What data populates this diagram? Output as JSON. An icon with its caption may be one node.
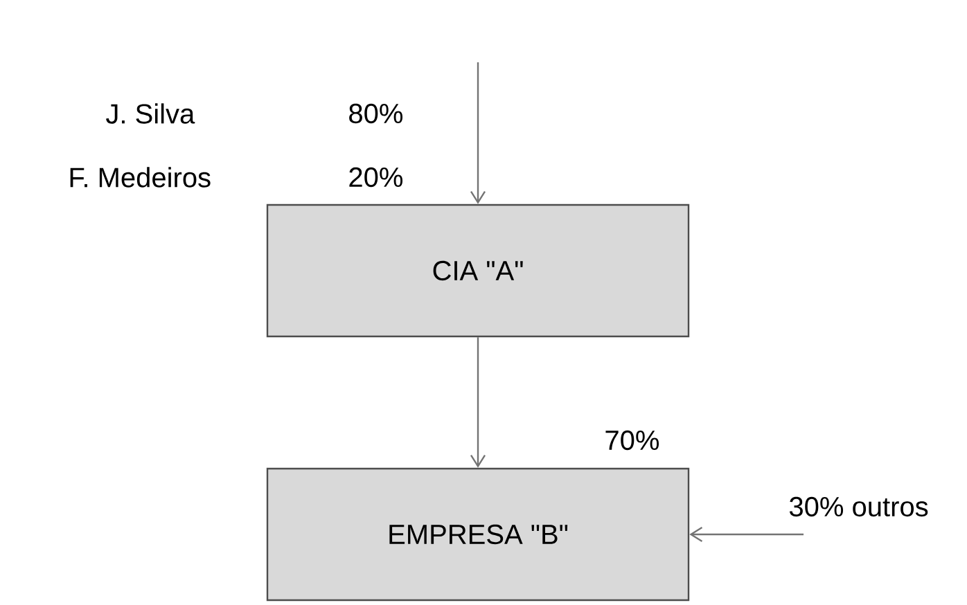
{
  "diagram": {
    "nodes": [
      {
        "text": [
          "CIA \"A\""
        ]
      },
      {
        "text": [
          "EMPRESA \"B\""
        ]
      }
    ],
    "edges": [
      {
        "from": null,
        "to": 0,
        "arrow": "to"
      },
      {
        "from": 0,
        "to": 1,
        "arrow": "to",
        "label": "70%"
      },
      {
        "from": null,
        "to": 1,
        "arrow": "to",
        "label": "30% outros"
      }
    ],
    "labels": [
      "J. Silva",
      "80%",
      "F. Medeiros",
      "20%"
    ]
  }
}
